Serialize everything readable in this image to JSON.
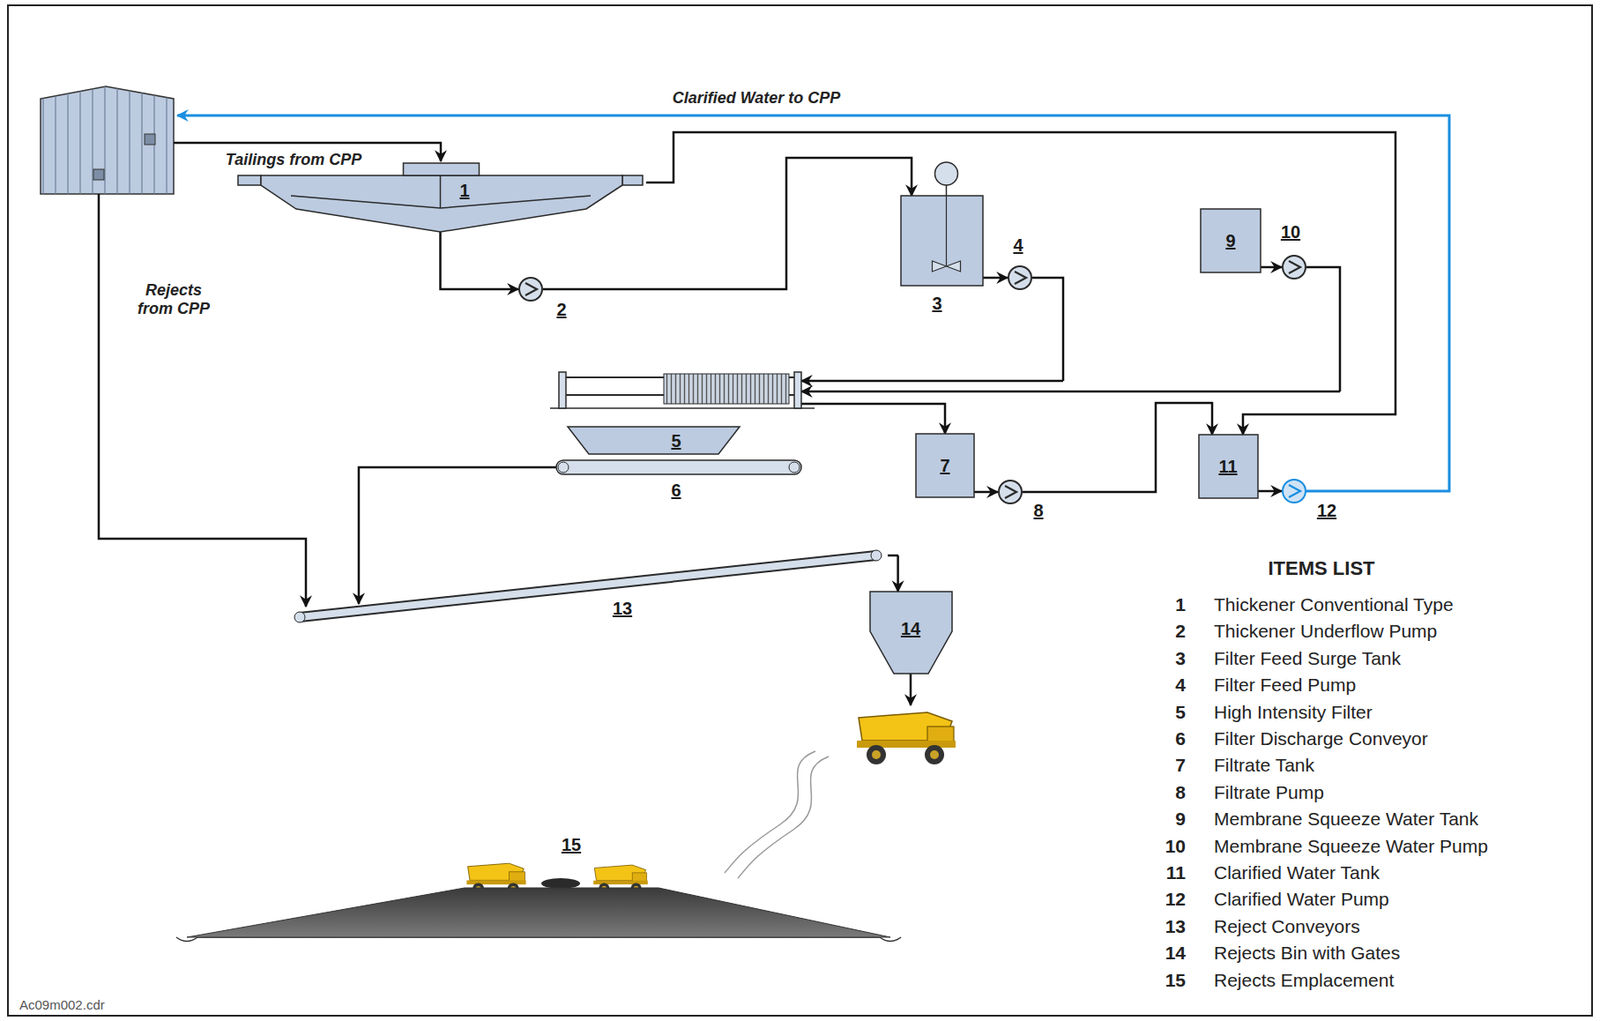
{
  "diagram": {
    "nodes": [
      {
        "text": [
          "1"
        ]
      },
      {
        "text": [
          "2"
        ]
      },
      {
        "text": [
          "3"
        ]
      },
      {
        "text": [
          "4"
        ]
      },
      {
        "text": [
          "5"
        ]
      },
      {
        "text": [
          "6"
        ]
      },
      {
        "text": [
          "7"
        ]
      },
      {
        "text": [
          "8"
        ]
      },
      {
        "text": [
          "9"
        ]
      },
      {
        "text": [
          "10"
        ]
      },
      {
        "text": [
          "11"
        ]
      },
      {
        "text": [
          "12"
        ]
      },
      {
        "text": [
          "13"
        ]
      },
      {
        "text": [
          "14"
        ]
      },
      {
        "text": [
          "15"
        ]
      }
    ],
    "edges": [
      {
        "from": 0,
        "to": 1,
        "arrow": "to"
      },
      {
        "from": 1,
        "to": 2,
        "arrow": "to"
      },
      {
        "from": 2,
        "to": 3,
        "arrow": "to"
      },
      {
        "from": 3,
        "to": 4,
        "arrow": "to"
      },
      {
        "from": 4,
        "to": 6,
        "arrow": "to"
      },
      {
        "from": 6,
        "to": 7,
        "arrow": "to"
      },
      {
        "from": 7,
        "to": 10,
        "arrow": "to"
      },
      {
        "from": 0,
        "to": 10,
        "arrow": "to"
      },
      {
        "from": 8,
        "to": 9,
        "arrow": "to"
      },
      {
        "from": 9,
        "to": 4,
        "arrow": "to"
      },
      {
        "from": 10,
        "to": 11,
        "arrow": "to"
      },
      {
        "from": 5,
        "to": 12,
        "arrow": "to"
      },
      {
        "from": 12,
        "to": 13,
        "arrow": "to"
      }
    ],
    "labels": [
      "Tailings from CPP",
      "Rejects from CPP",
      "Clarified Water to CPP",
      "ITEMS LIST",
      "1",
      "Thickener Conventional Type",
      "2",
      "Thickener Underflow Pump",
      "3",
      "Filter Feed Surge Tank",
      "4",
      "Filter Feed Pump",
      "5",
      "High Intensity Filter",
      "6",
      "Filter Discharge Conveyor",
      "7",
      "Filtrate Tank",
      "8",
      "Filtrate Pump",
      "9",
      "Membrane Squeeze Water Tank",
      "10",
      "Membrane Squeeze Water Pump",
      "11",
      "Clarified Water Tank",
      "12",
      "Clarified Water Pump",
      "13",
      "Reject Conveyors",
      "14",
      "Rejects Bin with Gates",
      "15",
      "Rejects Emplacement",
      "Ac09m002.cdr"
    ]
  }
}
